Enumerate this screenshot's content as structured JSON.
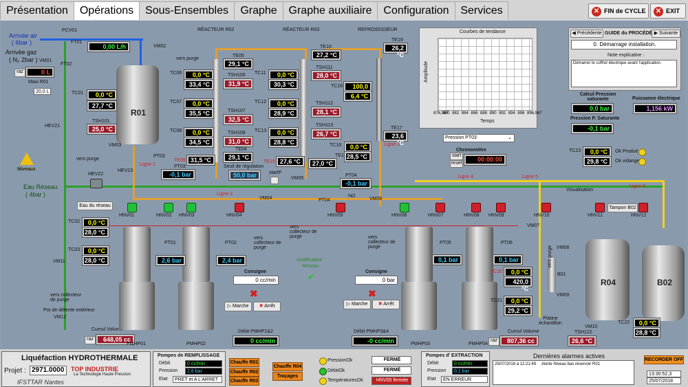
{
  "tabs": [
    "Présentation",
    "Opérations",
    "Sous-Ensembles",
    "Graphe",
    "Graphe auxiliaire",
    "Configuration",
    "Services"
  ],
  "active_tab": "Opérations",
  "sys": {
    "fin_cycle": "FIN de CYCLE",
    "exit": "EXIT"
  },
  "titles": {
    "r02": "RÉACTEUR R02",
    "r03": "RÉACTEUR R03",
    "refroid": "REFROIDISSEUR"
  },
  "left": {
    "air": "Arrivée air",
    "air_p": "( 6bar )",
    "gaz": "Arrivée gaz",
    "gaz_p": "( N₂ 2bar )",
    "pcv": "PCV01",
    "vm01": "VM01",
    "ft01": "FT01",
    "ft01_val": "0,00 L/h",
    "ft02": "FT02",
    "raz": "raz",
    "ft02_val": "0 L",
    "maxi": "Maxi R01",
    "maxi_val": "20,0 L",
    "hev21": "HEV21",
    "niveaux": "Niveaux",
    "eau_reseau": "Eau Réseau",
    "eau_p": "( 4bar )",
    "hev22": "HEV22",
    "eau_btn": "Eau du réseau",
    "vm11": "VM11",
    "vm12": "VM12",
    "collect": "vers collecteur de purge",
    "detente": "Pot de détente extérieur",
    "cumul": "Cumul Volume",
    "cumul_val": "648,05 cc"
  },
  "r01": {
    "label": "R01",
    "vm02": "VM02",
    "purge": "vers purge",
    "tc01": "TC01",
    "tc01_sp": "0,0 °C",
    "tc01_pv": "27,7 °C",
    "tsh101": "TSH101",
    "tsh101_val": "25,0 °C",
    "vm03": "VM03",
    "purge2": "vers purge",
    "hev23": "HEV23",
    "pt03": "PT03",
    "ligne1": "Ligne 1"
  },
  "r02": {
    "te05": "TE05",
    "te05_val": "29,1 °C",
    "tc06": "TC06",
    "tc06_sp": "0,0 °C",
    "tc06_pv": "33,4 °C",
    "tsh106": "TSH106",
    "tsh106_val": "31,9 °C",
    "tc07": "TC07",
    "tc07_sp": "0,0 °C",
    "tc07_pv": "35,5 °C",
    "tsh107": "TSH107",
    "tsh107_val": "32,5 °C",
    "tc08": "TC08",
    "tc08_sp": "0,0 °C",
    "tc08_pv": "34,5 °C",
    "tsh108": "TSH108",
    "tsh108_val": "31,0 °C",
    "te04": "TE04",
    "te04_val": "29,1 °C",
    "te09": "TE09",
    "te09_val": "31,5 °C",
    "pt03_val": "-0,1 bar",
    "seuil": "Seuil de régulation",
    "seuil_val": "50,0 bar",
    "startp": "startP"
  },
  "r03": {
    "te10": "TE10",
    "te10_val": "27,2 °C",
    "tsh111": "TSH111",
    "tsh111_val": "28,0 °C",
    "tc11": "TC11",
    "tc11_sp": "0,0 °C",
    "tc11_pv": "30,3 °C",
    "tc12": "TC12",
    "tc12_sp": "0,0 °C",
    "tc12_pv": "28,9 °C",
    "tsh112": "TSH112",
    "tsh112_val": "28,1 °C",
    "tc13": "TC13",
    "tc13_sp": "0,0 °C",
    "tc13_pv": "28,8 °C",
    "tsh113": "TSH113",
    "tsh113_val": "26,7 °C",
    "te15": "TE15",
    "te15_val": "27,6 °C",
    "te14": "TE14",
    "te14_val": "27,0 °C",
    "vm05": "VM05"
  },
  "refroid": {
    "te19": "TE19",
    "te19_val": "26,2 °C",
    "tc18": "TC18",
    "tc18_sp": "100,0 °C",
    "tc18_pv": "6,4 °C",
    "tc16": "TC16",
    "tc16_sp": "0,0 °C",
    "tc16_pv": "28,5 °C",
    "te17": "TE17",
    "te17_val": "23,6 °C",
    "ligne3": "Ligne 3",
    "pt04": "PT04",
    "pt04_val": "-0,1 bar"
  },
  "chart": {
    "title": "Courbes de tendance",
    "ylabel": "Amplitude",
    "xlabel": "Temps",
    "xticks": [
      "876,967",
      "880",
      "882",
      "884",
      "886",
      "888",
      "890",
      "892",
      "894",
      "896",
      "896,967"
    ],
    "select": "Pression PT03"
  },
  "chrono": {
    "label": "Chronomètre",
    "start": "start",
    "reset": "reset",
    "val": "00:00:00"
  },
  "guide": {
    "prev": "Précédente",
    "title": "GUIDE du PROCÉDÉ",
    "next": "Suivante",
    "step": "0. Démarrage installation.",
    "note_lbl": "Note explicative :",
    "note": "Démarrer le coffret électrique avant l'application."
  },
  "calc": {
    "lbl": "Calcul Pression saturante",
    "val": "0,0 bar",
    "psat_lbl": "Pression P. Saturante",
    "psat_val": "-0,1 bar",
    "puiss_lbl": "Puissance électrique",
    "puiss_val": "1,156 kW"
  },
  "tc23": {
    "lbl": "TC23",
    "sp": "0,0 °C",
    "pv": "29,8 °C",
    "ok_prod": "Ok Produit",
    "ok_vid": "Ok vidange"
  },
  "lines": {
    "l2": "Ligne 2",
    "l4": "Ligne 4",
    "l5": "Ligne 5",
    "l6": "Ligne 6",
    "visu": "Visualisation",
    "tampon": "Tampon B02"
  },
  "valves": {
    "hnv01": "HNV01",
    "hnv02": "HNV02",
    "hnv03": "HNV03",
    "hnv04": "HNV04",
    "vm04": "VM04",
    "hnv05": "HNV05",
    "no": "NO",
    "vm06": "VM06",
    "hnv06": "HNV06",
    "hnv07": "HNV07",
    "hnv08": "HNV08",
    "hnv09": "HNV09",
    "hnv10": "HNV10",
    "hnv11": "HNV11",
    "hnv12": "HNV12",
    "vm07": "VM07",
    "vm08": "VM08",
    "vm09": "VM09",
    "vm10": "VM10"
  },
  "pumps": {
    "tc02": "TC02",
    "tc02_sp": "0,0 °C",
    "tc02_pv": "28,0 °C",
    "tc03": "TC03",
    "tc03_sp": "0,0 °C",
    "tc03_pv": "28,0 °C",
    "pt01": "PT01",
    "pt01_val": "2,6 bar",
    "pt02": "PT02",
    "pt02_val": "2,4 bar",
    "consigne": "Consigne",
    "cons12": "0 cc/min",
    "marche": "Marche",
    "arret": "Arrêt",
    "debit12": "Débit PMHP1&2",
    "debit12_val": "0 cc/min",
    "pmhp01": "PMHP01",
    "pmhp02": "PMHP02",
    "pt05": "PT05",
    "pt05_val": "0,1 bar",
    "pt06": "PT06",
    "pt06_val": "0,1 bar",
    "cons34": "0 bar",
    "debit34": "Débit PMHP3&4",
    "debit34_val": "-0 cc/min",
    "pmhp03": "PMHP03",
    "pmhp04": "PMHP04",
    "tc20": "TC20",
    "tc20_sp": "0,0 °C",
    "tc20_pv": "420,0 °C",
    "tc21": "TC21",
    "tc21_sp": "0,0 °C",
    "tc21_pv": "29,2 °C",
    "cumul": "Cumul Volume",
    "cumul_val": "807,36 cc",
    "acidif": "Acidification",
    "acidif2": "Réseau"
  },
  "right": {
    "b01": "B01",
    "platine": "Platine échantillon",
    "purge": "vers purge",
    "r04": "R04",
    "b02": "B02",
    "tc22": "TC22",
    "tc22_sp": "0,0 °C",
    "tc22_pv": "28,8 °C",
    "tsh122": "TSH122",
    "tsh122_val": "26,6 °C",
    "vm10": "VM10"
  },
  "bottom": {
    "title": "Liquéfaction HYDROTHERMALE",
    "projet": "Projet :",
    "projet_val": "2971.0000",
    "ifsttar": "IFSTTAR Nantes",
    "logo1": "TOP INDUSTRIE",
    "logo2": "La Technologie Haute Pression",
    "rempl": "Pompes de REMPLISSAGE",
    "debit": "Débit",
    "debit_val": "0 cc/min",
    "pression": "Pression",
    "pression_val": "2,6 bar",
    "etat": "Etat",
    "etat_val": "PRET et A L'ARRET",
    "chauffe1": "Chauffe R01",
    "chauffe2": "Chauffe R02",
    "chauffe3": "Chauffe R03",
    "chauffe4": "Chauffe R04",
    "tracages": "Traçages",
    "pression_ok": "PressionOk",
    "debit_ok": "DébitOk",
    "temp_ok": "TempératuresOk",
    "ferme1": "FERMÉ",
    "ferme2": "FERMÉ",
    "hnv05": "HNV05 fermée",
    "extr": "Pompes d' EXTRACTION",
    "edebit_val": "0 cc/min",
    "epression_val": "0,1 bar",
    "eetat_val": "EN ERREUR",
    "alarm_title": "Dernières alarmes actives",
    "alarm_date": "25/07/2018 à 12:21:49",
    "alarm_text": "Alerte Niveau bas réservoir R01",
    "rec": "RECORDER OFF",
    "time": "13:30:52,3",
    "date": "25/07/2018"
  }
}
